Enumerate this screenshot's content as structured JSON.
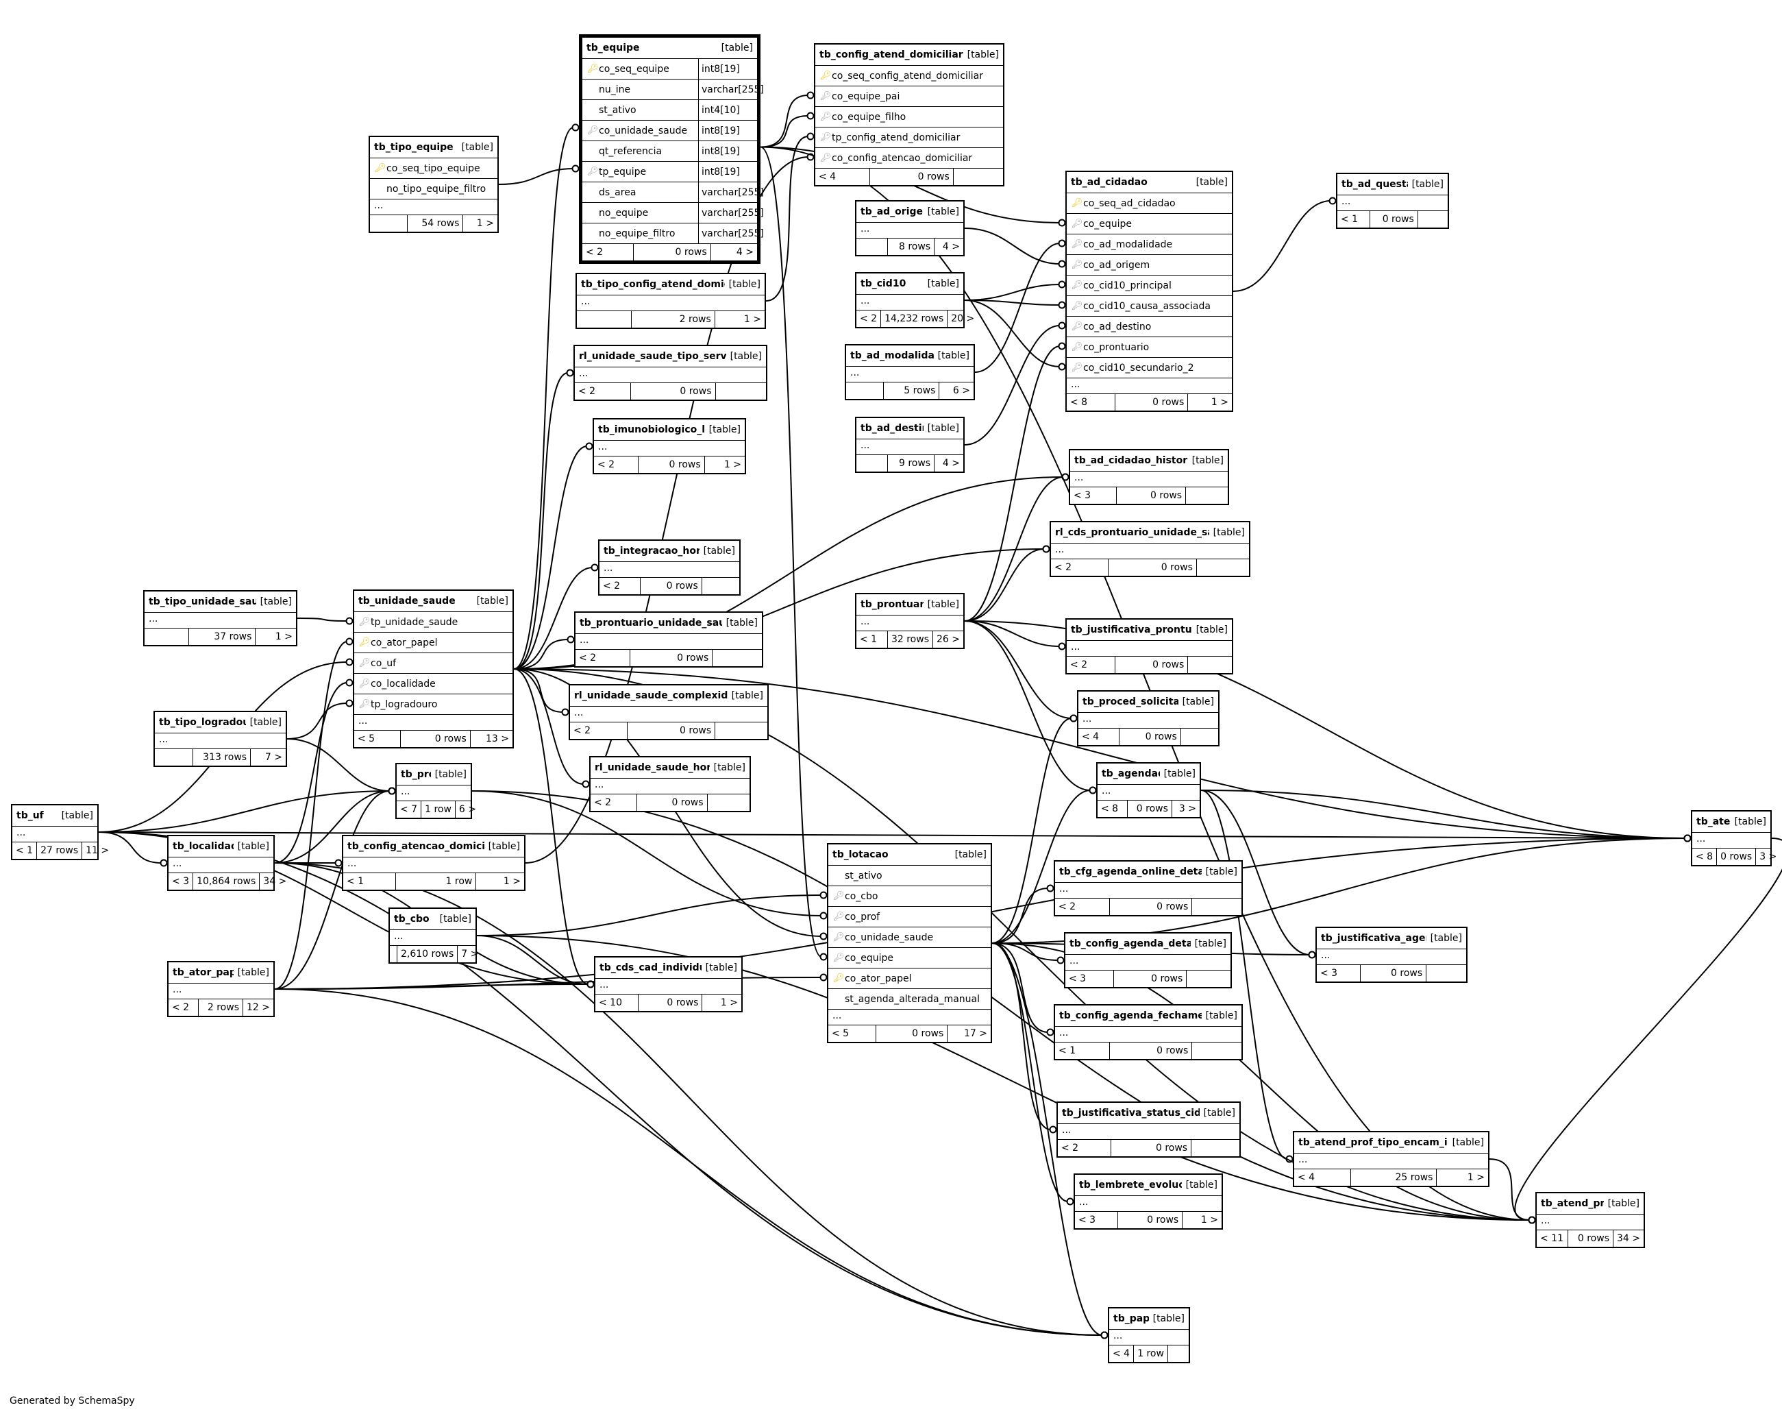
{
  "footer_note": "Generated by SchemaSpy",
  "tables": [
    {
      "id": "tb_equipe",
      "name": "tb_equipe",
      "type": "[table]",
      "focus": true,
      "columns": [
        {
          "name": "co_seq_equipe",
          "key": "pk",
          "type": "int8[19]"
        },
        {
          "name": "nu_ine",
          "key": "",
          "type": "varchar[255]"
        },
        {
          "name": "st_ativo",
          "key": "",
          "type": "int4[10]"
        },
        {
          "name": "co_unidade_saude",
          "key": "fk",
          "type": "int8[19]"
        },
        {
          "name": "qt_referencia",
          "key": "",
          "type": "int8[19]"
        },
        {
          "name": "tp_equipe",
          "key": "fk",
          "type": "int8[19]"
        },
        {
          "name": "ds_area",
          "key": "",
          "type": "varchar[255]"
        },
        {
          "name": "no_equipe",
          "key": "",
          "type": "varchar[255]"
        },
        {
          "name": "no_equipe_filtro",
          "key": "",
          "type": "varchar[255]"
        }
      ],
      "footer": [
        "< 2",
        "0 rows",
        "4 >"
      ]
    },
    {
      "id": "tb_config_atend_domiciliar",
      "name": "tb_config_atend_domiciliar",
      "type": "[table]",
      "columns": [
        {
          "name": "co_seq_config_atend_domiciliar",
          "key": "pk"
        },
        {
          "name": "co_equipe_pai",
          "key": "fk"
        },
        {
          "name": "co_equipe_filho",
          "key": "fk"
        },
        {
          "name": "tp_config_atend_domiciliar",
          "key": "fk"
        },
        {
          "name": "co_config_atencao_domiciliar",
          "key": "fk"
        }
      ],
      "footer": [
        "< 4",
        "0 rows",
        ""
      ]
    },
    {
      "id": "tb_tipo_equipe",
      "name": "tb_tipo_equipe",
      "type": "[table]",
      "columns": [
        {
          "name": "co_seq_tipo_equipe",
          "key": "pk"
        },
        {
          "name": "no_tipo_equipe_filtro",
          "key": ""
        }
      ],
      "ellipsis": "...",
      "footer": [
        "",
        "54 rows",
        "1 >"
      ]
    },
    {
      "id": "tb_ad_cidadao",
      "name": "tb_ad_cidadao",
      "type": "[table]",
      "columns": [
        {
          "name": "co_seq_ad_cidadao",
          "key": "pk"
        },
        {
          "name": "co_equipe",
          "key": "fk"
        },
        {
          "name": "co_ad_modalidade",
          "key": "fk"
        },
        {
          "name": "co_ad_origem",
          "key": "fk"
        },
        {
          "name": "co_cid10_principal",
          "key": "fk"
        },
        {
          "name": "co_cid10_causa_associada",
          "key": "fk"
        },
        {
          "name": "co_ad_destino",
          "key": "fk"
        },
        {
          "name": "co_prontuario",
          "key": "fk"
        },
        {
          "name": "co_cid10_secundario_2",
          "key": "fk"
        }
      ],
      "ellipsis": "...",
      "footer": [
        "< 8",
        "0 rows",
        "1 >"
      ]
    },
    {
      "id": "tb_ad_questao",
      "name": "tb_ad_questao",
      "type": "[table]",
      "ellipsis": "...",
      "footer": [
        "< 1",
        "0 rows",
        ""
      ]
    },
    {
      "id": "tb_ad_origem",
      "name": "tb_ad_origem",
      "type": "[table]",
      "ellipsis": "...",
      "footer": [
        "",
        "8 rows",
        "4 >"
      ]
    },
    {
      "id": "tb_cid10",
      "name": "tb_cid10",
      "type": "[table]",
      "ellipsis": "...",
      "footer": [
        "< 2",
        "14,232 rows",
        "20 >"
      ]
    },
    {
      "id": "tb_ad_modalidade",
      "name": "tb_ad_modalidade",
      "type": "[table]",
      "ellipsis": "...",
      "footer": [
        "",
        "5 rows",
        "6 >"
      ]
    },
    {
      "id": "tb_ad_destino",
      "name": "tb_ad_destino",
      "type": "[table]",
      "ellipsis": "...",
      "footer": [
        "",
        "9 rows",
        "4 >"
      ]
    },
    {
      "id": "tb_tipo_config_atend_domicilir",
      "name": "tb_tipo_config_atend_domicilir",
      "type": "[table]",
      "ellipsis": "...",
      "footer": [
        "",
        "2 rows",
        "1 >"
      ]
    },
    {
      "id": "rl_unidade_saude_tipo_servico",
      "name": "rl_unidade_saude_tipo_servico",
      "type": "[table]",
      "ellipsis": "...",
      "footer": [
        "< 2",
        "0 rows",
        ""
      ]
    },
    {
      "id": "tb_imunobiologico_lote",
      "name": "tb_imunobiologico_lote",
      "type": "[table]",
      "ellipsis": "...",
      "footer": [
        "< 2",
        "0 rows",
        "1 >"
      ]
    },
    {
      "id": "tb_ad_cidadao_historico",
      "name": "tb_ad_cidadao_historico",
      "type": "[table]",
      "ellipsis": "...",
      "footer": [
        "< 3",
        "0 rows",
        ""
      ]
    },
    {
      "id": "rl_cds_prontuario_unidade_saud",
      "name": "rl_cds_prontuario_unidade_saud",
      "type": "[table]",
      "ellipsis": "...",
      "footer": [
        "< 2",
        "0 rows",
        ""
      ]
    },
    {
      "id": "tb_integracao_horus",
      "name": "tb_integracao_horus",
      "type": "[table]",
      "ellipsis": "...",
      "footer": [
        "< 2",
        "0 rows",
        ""
      ]
    },
    {
      "id": "tb_tipo_unidade_saude",
      "name": "tb_tipo_unidade_saude",
      "type": "[table]",
      "ellipsis": "...",
      "footer": [
        "",
        "37 rows",
        "1 >"
      ]
    },
    {
      "id": "tb_unidade_saude",
      "name": "tb_unidade_saude",
      "type": "[table]",
      "columns": [
        {
          "name": "tp_unidade_saude",
          "key": "fk"
        },
        {
          "name": "co_ator_papel",
          "key": "pk"
        },
        {
          "name": "co_uf",
          "key": "fk"
        },
        {
          "name": "co_localidade",
          "key": "fk"
        },
        {
          "name": "tp_logradouro",
          "key": "fk"
        }
      ],
      "ellipsis": "...",
      "footer": [
        "< 5",
        "0 rows",
        "13 >"
      ]
    },
    {
      "id": "tb_prontuario_unidade_saude",
      "name": "tb_prontuario_unidade_saude",
      "type": "[table]",
      "ellipsis": "...",
      "footer": [
        "< 2",
        "0 rows",
        ""
      ]
    },
    {
      "id": "tb_prontuario",
      "name": "tb_prontuario",
      "type": "[table]",
      "ellipsis": "...",
      "footer": [
        "< 1",
        "32 rows",
        "26 >"
      ]
    },
    {
      "id": "tb_justificativa_prontuario",
      "name": "tb_justificativa_prontuario",
      "type": "[table]",
      "ellipsis": "...",
      "footer": [
        "< 2",
        "0 rows",
        ""
      ]
    },
    {
      "id": "rl_unidade_saude_complexidade",
      "name": "rl_unidade_saude_complexidade",
      "type": "[table]",
      "ellipsis": "...",
      "footer": [
        "< 2",
        "0 rows",
        ""
      ]
    },
    {
      "id": "tb_tipo_logradouro",
      "name": "tb_tipo_logradouro",
      "type": "[table]",
      "ellipsis": "...",
      "footer": [
        "",
        "313 rows",
        "7 >"
      ]
    },
    {
      "id": "tb_proced_solicitado",
      "name": "tb_proced_solicitado",
      "type": "[table]",
      "ellipsis": "...",
      "footer": [
        "< 4",
        "0 rows",
        ""
      ]
    },
    {
      "id": "rl_unidade_saude_horus",
      "name": "rl_unidade_saude_horus",
      "type": "[table]",
      "ellipsis": "...",
      "footer": [
        "< 2",
        "0 rows",
        ""
      ]
    },
    {
      "id": "tb_prof",
      "name": "tb_prof",
      "type": "[table]",
      "ellipsis": "...",
      "footer": [
        "< 7",
        "1 row",
        "6 >"
      ]
    },
    {
      "id": "tb_agendado",
      "name": "tb_agendado",
      "type": "[table]",
      "ellipsis": "...",
      "footer": [
        "< 8",
        "0 rows",
        "3 >"
      ]
    },
    {
      "id": "tb_uf",
      "name": "tb_uf",
      "type": "[table]",
      "ellipsis": "...",
      "footer": [
        "< 1",
        "27 rows",
        "11 >"
      ]
    },
    {
      "id": "tb_localidade",
      "name": "tb_localidade",
      "type": "[table]",
      "ellipsis": "...",
      "footer": [
        "< 3",
        "10,864 rows",
        "34 >"
      ]
    },
    {
      "id": "tb_config_atencao_domiciliar",
      "name": "tb_config_atencao_domiciliar",
      "type": "[table]",
      "ellipsis": "...",
      "footer": [
        "< 1",
        "1 row",
        "1 >"
      ]
    },
    {
      "id": "tb_lotacao",
      "name": "tb_lotacao",
      "type": "[table]",
      "columns": [
        {
          "name": "st_ativo",
          "key": ""
        },
        {
          "name": "co_cbo",
          "key": "fk"
        },
        {
          "name": "co_prof",
          "key": "fk"
        },
        {
          "name": "co_unidade_saude",
          "key": "fk"
        },
        {
          "name": "co_equipe",
          "key": "fk"
        },
        {
          "name": "co_ator_papel",
          "key": "pk"
        },
        {
          "name": "st_agenda_alterada_manual",
          "key": ""
        }
      ],
      "ellipsis": "...",
      "footer": [
        "< 5",
        "0 rows",
        "17 >"
      ]
    },
    {
      "id": "tb_atend",
      "name": "tb_atend",
      "type": "[table]",
      "ellipsis": "...",
      "footer": [
        "< 8",
        "0 rows",
        "3 >"
      ]
    },
    {
      "id": "tb_cfg_agenda_online_detalhe",
      "name": "tb_cfg_agenda_online_detalhe",
      "type": "[table]",
      "ellipsis": "...",
      "footer": [
        "< 2",
        "0 rows",
        ""
      ]
    },
    {
      "id": "tb_cbo",
      "name": "tb_cbo",
      "type": "[table]",
      "ellipsis": "...",
      "footer": [
        "",
        "2,610 rows",
        "7 >"
      ]
    },
    {
      "id": "tb_justificativa_agenda",
      "name": "tb_justificativa_agenda",
      "type": "[table]",
      "ellipsis": "...",
      "footer": [
        "< 3",
        "0 rows",
        ""
      ]
    },
    {
      "id": "tb_config_agenda_detalhe",
      "name": "tb_config_agenda_detalhe",
      "type": "[table]",
      "ellipsis": "...",
      "footer": [
        "< 3",
        "0 rows",
        ""
      ]
    },
    {
      "id": "tb_ator_papel",
      "name": "tb_ator_papel",
      "type": "[table]",
      "ellipsis": "...",
      "footer": [
        "< 2",
        "2 rows",
        "12 >"
      ]
    },
    {
      "id": "tb_cds_cad_individual",
      "name": "tb_cds_cad_individual",
      "type": "[table]",
      "ellipsis": "...",
      "footer": [
        "< 10",
        "0 rows",
        "1 >"
      ]
    },
    {
      "id": "tb_config_agenda_fechamento",
      "name": "tb_config_agenda_fechamento",
      "type": "[table]",
      "ellipsis": "...",
      "footer": [
        "< 1",
        "0 rows",
        ""
      ]
    },
    {
      "id": "tb_justificativa_status_ciddao",
      "name": "tb_justificativa_status_ciddao",
      "type": "[table]",
      "ellipsis": "...",
      "footer": [
        "< 2",
        "0 rows",
        ""
      ]
    },
    {
      "id": "tb_atend_prof_tipo_encam_intrn",
      "name": "tb_atend_prof_tipo_encam_intrn",
      "type": "[table]",
      "ellipsis": "...",
      "footer": [
        "< 4",
        "25 rows",
        "1 >"
      ]
    },
    {
      "id": "tb_lembrete_evolucao",
      "name": "tb_lembrete_evolucao",
      "type": "[table]",
      "ellipsis": "...",
      "footer": [
        "< 3",
        "0 rows",
        "1 >"
      ]
    },
    {
      "id": "tb_atend_prof",
      "name": "tb_atend_prof",
      "type": "[table]",
      "ellipsis": "...",
      "footer": [
        "< 11",
        "0 rows",
        "34 >"
      ]
    },
    {
      "id": "tb_papel",
      "name": "tb_papel",
      "type": "[table]",
      "ellipsis": "...",
      "footer": [
        "< 4",
        "1 row",
        ""
      ]
    }
  ]
}
